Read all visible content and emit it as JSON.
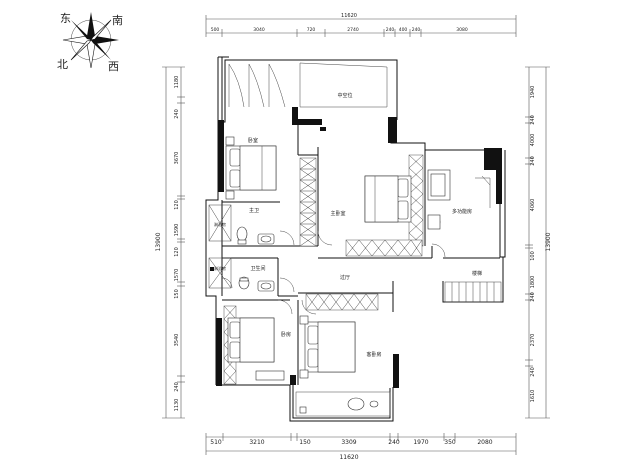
{
  "compass": {
    "east": "东",
    "south": "南",
    "north": "北",
    "west": "西"
  },
  "dimensions": {
    "top_total": "11620",
    "top_segments": [
      "500",
      "3040",
      "720",
      "2740",
      "240",
      "400",
      "240",
      "3080"
    ],
    "bottom_total": "11620",
    "bottom_segments": [
      "510",
      "3210",
      "150",
      "3309",
      "240",
      "1970",
      "350",
      "2080"
    ],
    "left_total": "13900",
    "left_segments": [
      "1180",
      "240",
      "3670",
      "120",
      "1590",
      "120",
      "1570",
      "150",
      "3540",
      "240",
      "1130"
    ],
    "right_total": "13900",
    "right_segments": [
      "1940",
      "240",
      "4000",
      "240",
      "4060",
      "100",
      "1800",
      "240",
      "2370",
      "240",
      "1610"
    ]
  },
  "rooms": {
    "void": "中空位",
    "bedroom_top": "卧室",
    "master_bedroom": "主卧室",
    "multi_room": "多功能房",
    "bathroom_master": "主卫",
    "bathroom": "卫生间",
    "living_hall": "过厅",
    "stairs": "楼梯",
    "bedroom_bottom": "卧房",
    "guest_bedroom": "客卧房",
    "shower_1": "淋浴房",
    "shower_2": "淋浴房"
  }
}
